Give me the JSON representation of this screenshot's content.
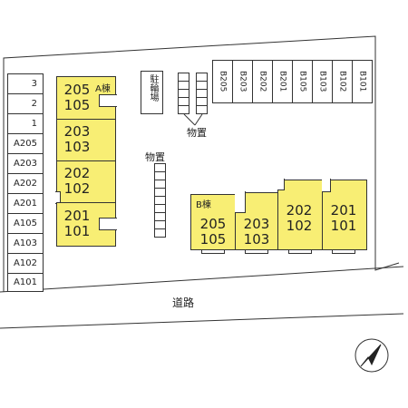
{
  "colors": {
    "building": "#f8ee74",
    "line": "#333333",
    "background": "#ffffff"
  },
  "left_parking": [
    "3",
    "2",
    "1",
    "A205",
    "A203",
    "A202",
    "A201",
    "A105",
    "A103",
    "A102",
    "A101"
  ],
  "top_parking": [
    "B205",
    "B203",
    "B202",
    "B201",
    "B105",
    "B103",
    "B102",
    "B101"
  ],
  "building_a": {
    "label": "A棟",
    "units": [
      {
        "upper": "205",
        "lower": "105"
      },
      {
        "upper": "203",
        "lower": "103"
      },
      {
        "upper": "202",
        "lower": "102"
      },
      {
        "upper": "201",
        "lower": "101"
      }
    ]
  },
  "building_b": {
    "label": "B棟",
    "units": [
      {
        "upper": "205",
        "lower": "105"
      },
      {
        "upper": "203",
        "lower": "103"
      },
      {
        "upper": "202",
        "lower": "102"
      },
      {
        "upper": "201",
        "lower": "101"
      }
    ]
  },
  "bicycle_parking": "駐輪場",
  "storage_label": "物置",
  "road_label": "道路",
  "compass_icon": "north-arrow-icon"
}
